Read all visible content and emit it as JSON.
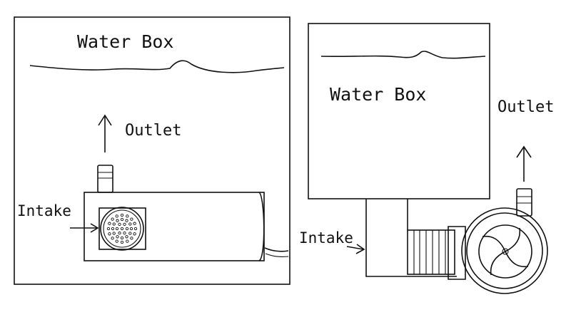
{
  "left_diagram": {
    "box_label": "Water Box",
    "outlet_label": "Outlet",
    "intake_label": "Intake"
  },
  "right_diagram": {
    "box_label": "Water Box",
    "outlet_label": "Outlet",
    "intake_label": "Intake"
  },
  "colors": {
    "line": "#111111",
    "background": "#ffffff"
  }
}
